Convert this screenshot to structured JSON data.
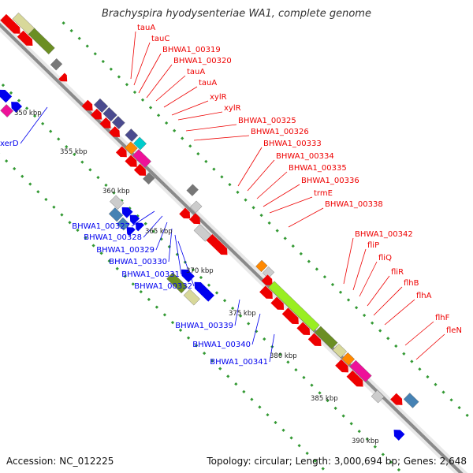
{
  "title": "Brachyspira hyodysenteriae WA1, complete genome",
  "footer": {
    "accession": "Accession: NC_012225",
    "topology": "Topology: circular; Length: 3,000,694 bp; Genes: 2,648"
  },
  "colors": {
    "forward_gene": "#ee0000",
    "reverse_gene": "#0000ee",
    "backbone": "#8a8a8a",
    "tick_green": "#339933",
    "olive": "#6b8e23",
    "khaki": "#d8d89a",
    "slate": "#4b4b8f",
    "cyan": "#00cccc",
    "magenta": "#ee1199",
    "orange": "#ff8800",
    "lightgreen": "#99ee22",
    "gray": "#cccccc",
    "darkgray": "#777777",
    "steelblue": "#4682b4"
  },
  "kbp_labels": [
    "350 kbp",
    "355 kbp",
    "360 kbp",
    "365 kbp",
    "370 kbp",
    "375 kbp",
    "380 kbp",
    "385 kbp",
    "390 kbp"
  ],
  "forward_labels": [
    "tauA",
    "tauC",
    "BHWA1_00319",
    "BHWA1_00320",
    "tauA",
    "tauA",
    "xylR",
    "xylR",
    "BHWA1_00325",
    "BHWA1_00326",
    "BHWA1_00333",
    "BHWA1_00334",
    "BHWA1_00335",
    "BHWA1_00336",
    "trmE",
    "BHWA1_00338",
    "BHWA1_00342",
    "fliP",
    "fliQ",
    "fliR",
    "flhB",
    "flhA",
    "flhF",
    "fleN"
  ],
  "reverse_labels": [
    "xerD",
    "BHWA1_00327",
    "BHWA1_00328",
    "BHWA1_00329",
    "BHWA1_00330",
    "BHWA1_00331",
    "BHWA1_00332",
    "BHWA1_00339",
    "BHWA1_00340",
    "BHWA1_00341"
  ]
}
